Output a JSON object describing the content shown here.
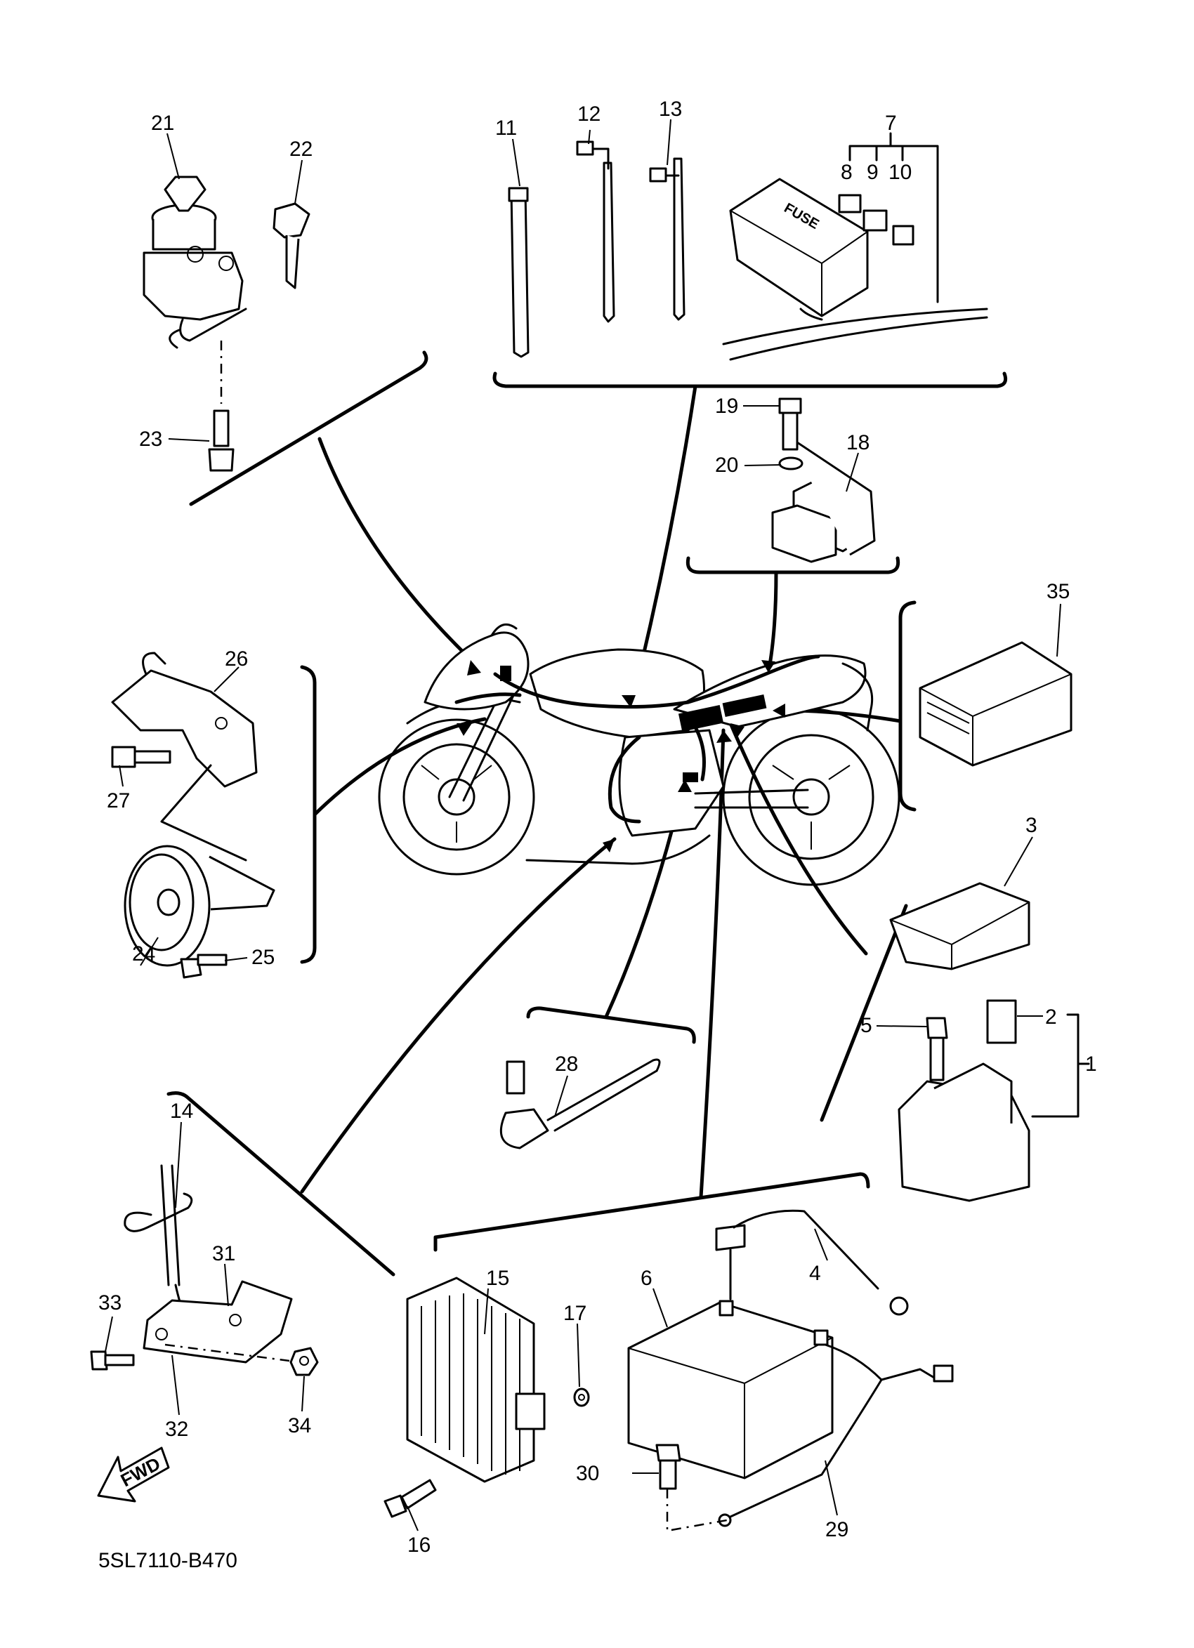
{
  "diagram": {
    "code": "5SL7110-B470",
    "fwd_label": "FWD",
    "fuse_label": "FUSE",
    "callouts": [
      "1",
      "2",
      "3",
      "4",
      "5",
      "6",
      "7",
      "8",
      "9",
      "10",
      "11",
      "12",
      "13",
      "14",
      "15",
      "16",
      "17",
      "18",
      "19",
      "20",
      "21",
      "22",
      "23",
      "24",
      "25",
      "26",
      "27",
      "28",
      "29",
      "30",
      "31",
      "32",
      "33",
      "34",
      "35"
    ]
  }
}
